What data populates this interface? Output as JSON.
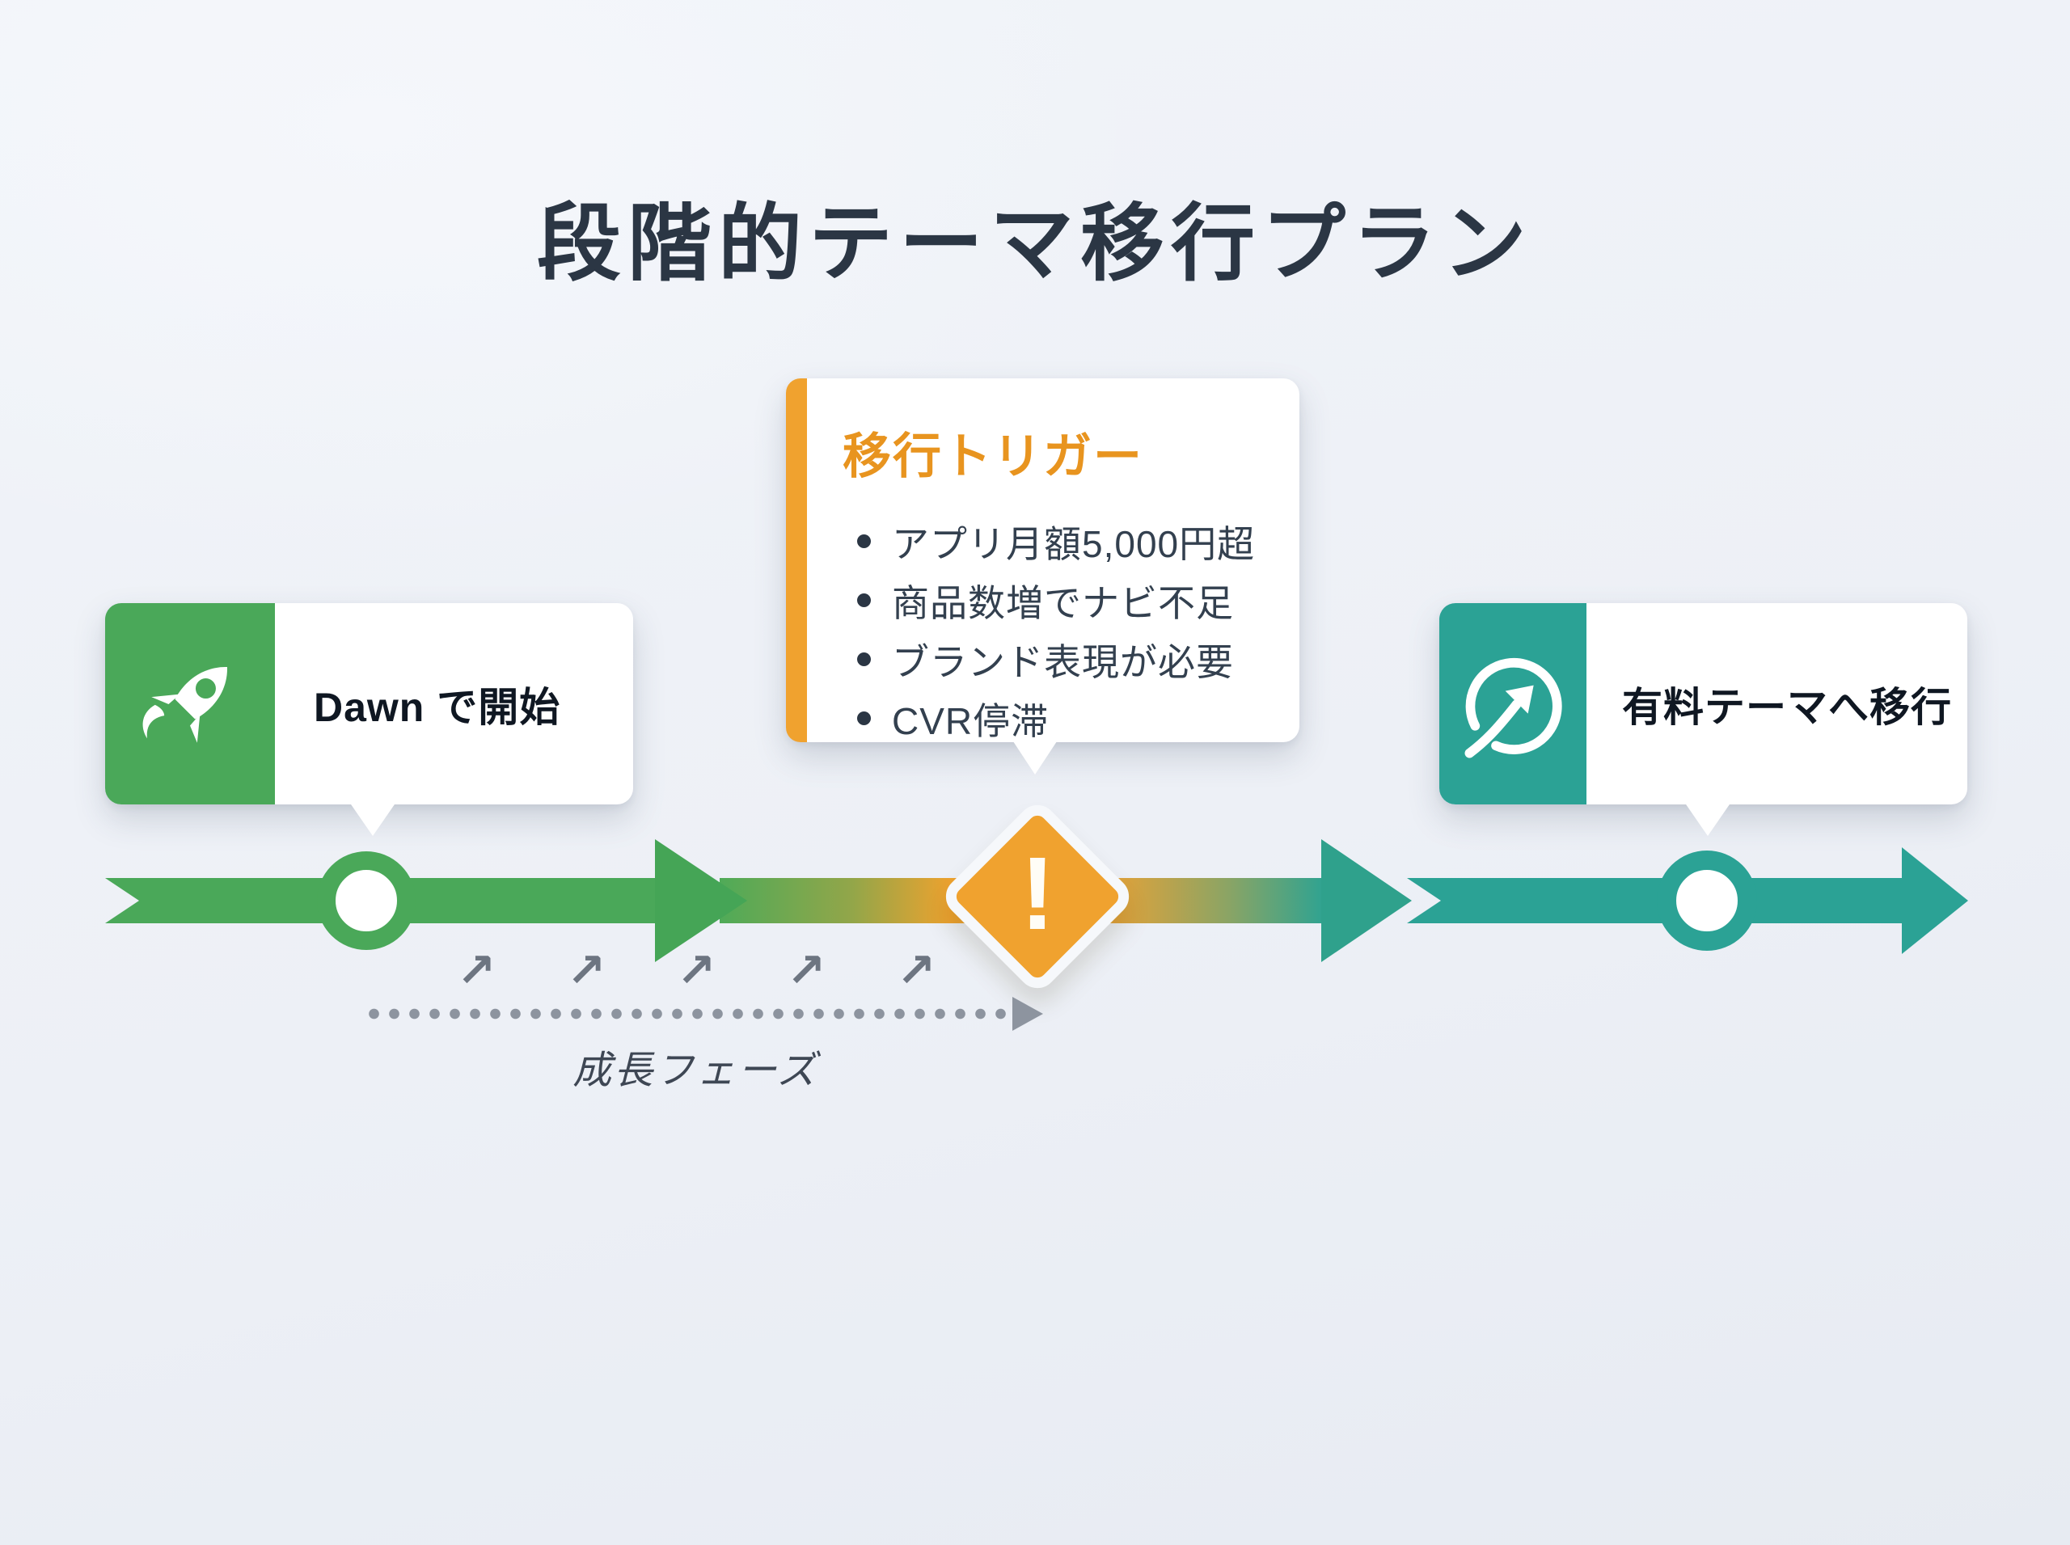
{
  "title": "段階的テーマ移行プラン",
  "colors": {
    "green": "#4aa859",
    "teal": "#2ba295",
    "orange": "#f0a22f",
    "orange_text": "#e8941f",
    "dark": "#2b3644",
    "gray": "#6d7581",
    "background": "#edf0f6"
  },
  "stage_start": {
    "label": "Dawn で開始",
    "icon": "rocket"
  },
  "trigger_callout": {
    "title": "移行トリガー",
    "items": [
      "アプリ月額5,000円超",
      "商品数増でナビ不足",
      "ブランド表現が必要",
      "CVR停滞"
    ]
  },
  "stage_end": {
    "label": "有料テーマへ移行",
    "icon": "circular-upgrade-arrow"
  },
  "trigger_diamond": {
    "glyph": "!"
  },
  "growth_phase": {
    "label": "成長フェーズ",
    "arrow_glyph": "↗"
  }
}
